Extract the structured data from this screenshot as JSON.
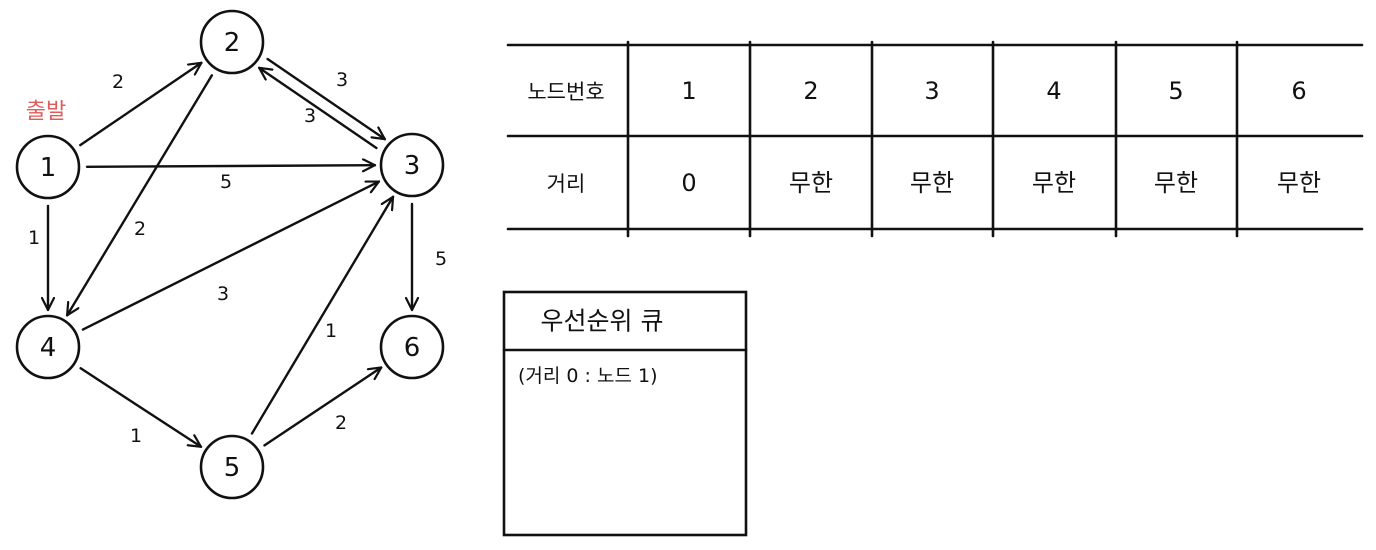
{
  "colors": {
    "ink": "#111111",
    "start_marker": "#e05b5b"
  },
  "graph": {
    "start_label": "출발",
    "nodes": [
      {
        "id": "1",
        "label": "1"
      },
      {
        "id": "2",
        "label": "2"
      },
      {
        "id": "3",
        "label": "3"
      },
      {
        "id": "4",
        "label": "4"
      },
      {
        "id": "5",
        "label": "5"
      },
      {
        "id": "6",
        "label": "6"
      }
    ],
    "edges": [
      {
        "from": "1",
        "to": "2",
        "weight": "2"
      },
      {
        "from": "1",
        "to": "3",
        "weight": "5"
      },
      {
        "from": "1",
        "to": "4",
        "weight": "1"
      },
      {
        "from": "2",
        "to": "3",
        "weight": "3"
      },
      {
        "from": "3",
        "to": "2",
        "weight": "3"
      },
      {
        "from": "2",
        "to": "4",
        "weight": "2"
      },
      {
        "from": "4",
        "to": "3",
        "weight": "3"
      },
      {
        "from": "4",
        "to": "5",
        "weight": "1"
      },
      {
        "from": "5",
        "to": "3",
        "weight": "1"
      },
      {
        "from": "5",
        "to": "6",
        "weight": "2"
      },
      {
        "from": "3",
        "to": "6",
        "weight": "5"
      }
    ]
  },
  "distance_table": {
    "header_label": "노드번호",
    "row_label": "거리",
    "columns": [
      "1",
      "2",
      "3",
      "4",
      "5",
      "6"
    ],
    "distances": [
      "0",
      "무한",
      "무한",
      "무한",
      "무한",
      "무한"
    ]
  },
  "priority_queue": {
    "title": "우선순위 큐",
    "items": [
      "(거리 0 : 노드 1)"
    ]
  }
}
